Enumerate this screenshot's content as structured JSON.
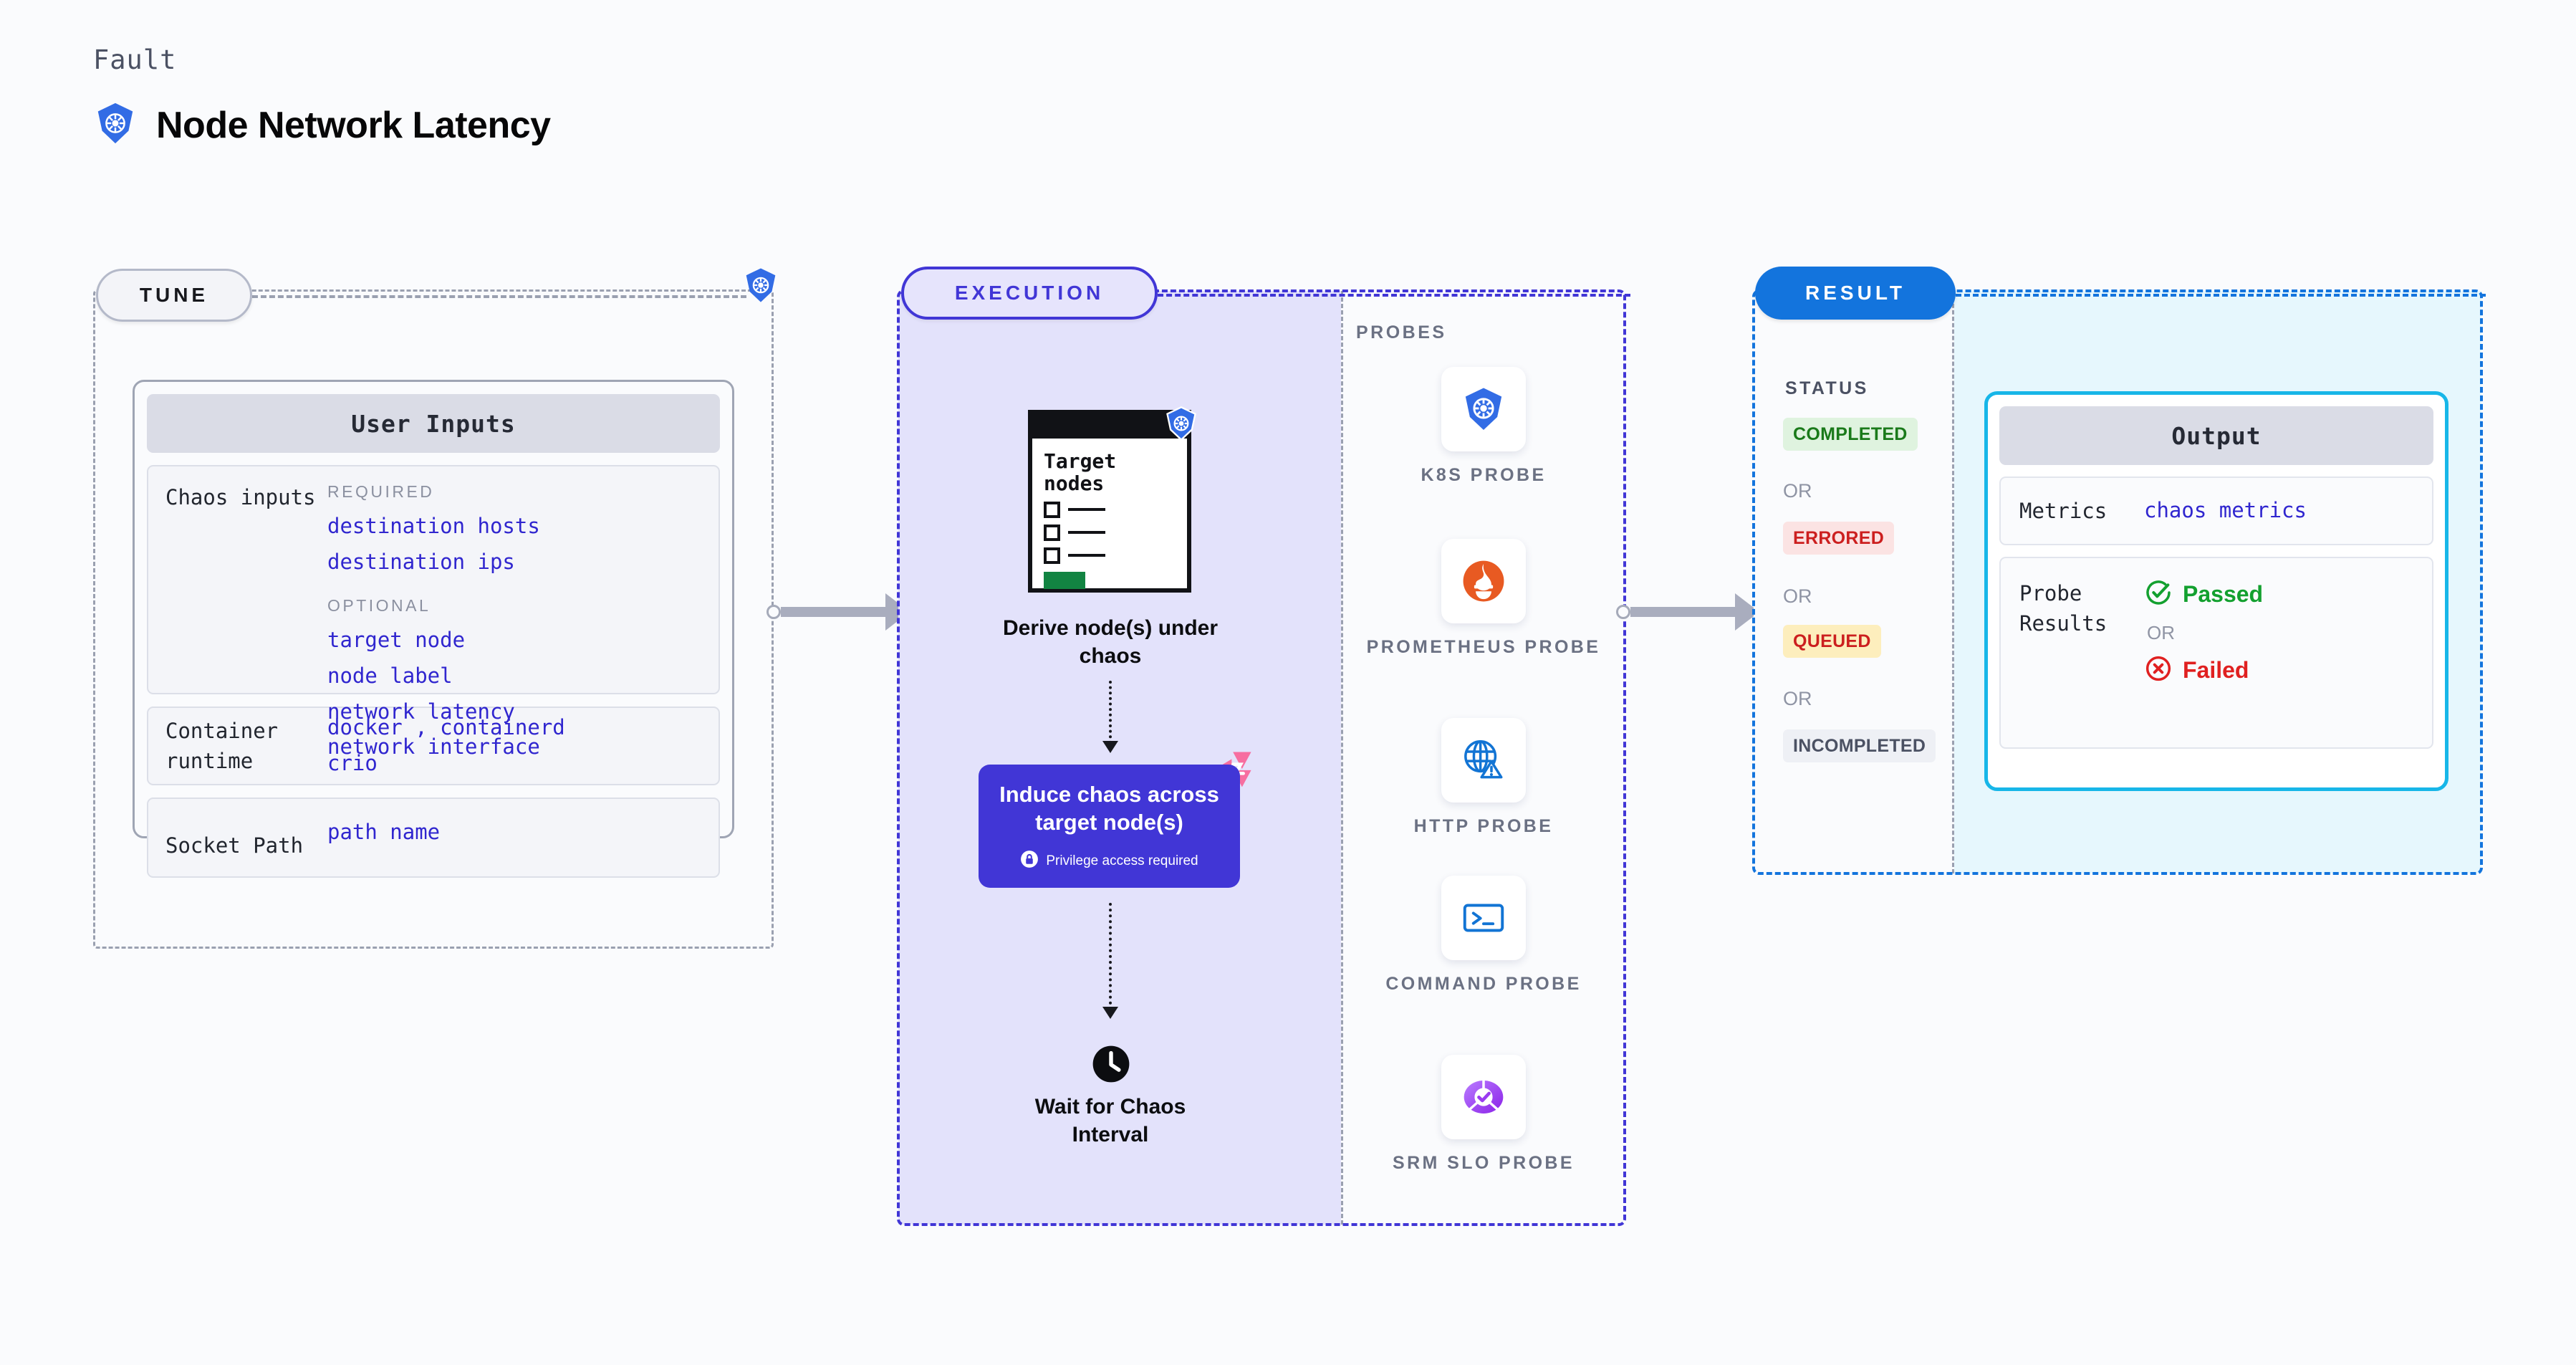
{
  "header": {
    "eyebrow": "Fault",
    "title": "Node Network Latency",
    "icon": "kubernetes-icon"
  },
  "stages": {
    "tune": {
      "badge": "TUNE",
      "platform_icon": "kubernetes-icon",
      "card": {
        "title": "User Inputs",
        "groups": [
          {
            "label": "Chaos inputs",
            "sections": [
              {
                "kicker": "REQUIRED",
                "values": [
                  "destination hosts",
                  "destination ips"
                ]
              },
              {
                "kicker": "OPTIONAL",
                "values": [
                  "target node",
                  "node label",
                  "network latency",
                  "network interface"
                ]
              }
            ]
          },
          {
            "label": "Container runtime",
            "values_line1": [
              "docker",
              ",",
              "containerd"
            ],
            "values_line2": [
              "crio"
            ]
          },
          {
            "label": "Socket Path",
            "values": [
              "path name"
            ]
          }
        ]
      }
    },
    "execution": {
      "badge": "EXECUTION",
      "flow": [
        {
          "icon": "target-nodes-window-icon",
          "window_title": "Target nodes",
          "badge_icon": "kubernetes-icon",
          "caption": "Derive node(s) under chaos"
        },
        {
          "icon": "litmus-logo-icon",
          "caption": "Induce chaos across target node(s)",
          "note": "Privilege access required",
          "note_icon": "lock-icon"
        },
        {
          "icon": "clock-icon",
          "caption": "Wait for Chaos Interval"
        }
      ],
      "probes": {
        "title": "PROBES",
        "items": [
          {
            "name": "K8S PROBE",
            "icon": "kubernetes-icon"
          },
          {
            "name": "PROMETHEUS PROBE",
            "icon": "prometheus-icon"
          },
          {
            "name": "HTTP PROBE",
            "icon": "globe-warning-icon"
          },
          {
            "name": "COMMAND PROBE",
            "icon": "terminal-icon"
          },
          {
            "name": "SRM SLO PROBE",
            "icon": "srm-slo-icon"
          }
        ]
      }
    },
    "result": {
      "badge": "RESULT",
      "status": {
        "title": "STATUS",
        "separator": "OR",
        "items": [
          {
            "label": "COMPLETED",
            "bg": "#dff3df",
            "fg": "#1a7a1a"
          },
          {
            "label": "ERRORED",
            "bg": "#fbe3e3",
            "fg": "#cc1f1f"
          },
          {
            "label": "QUEUED",
            "bg": "#fdeebd",
            "fg": "#cc1f1f"
          },
          {
            "label": "INCOMPLETED",
            "bg": "#eef0f5",
            "fg": "#4b5163"
          }
        ]
      },
      "output": {
        "title": "Output",
        "rows": [
          {
            "label": "Metrics",
            "value": "chaos metrics"
          },
          {
            "label": "Probe Results",
            "pass": "Passed",
            "separator": "OR",
            "fail": "Failed",
            "pass_icon": "check-circle-icon",
            "fail_icon": "x-circle-icon"
          }
        ]
      }
    }
  },
  "colors": {
    "accent_purple": "#4136d6",
    "accent_blue": "#1374dd",
    "k8s_blue": "#326ce5",
    "litmus_pink": "#f76ea0",
    "cyan_border": "#17b6e8",
    "value_text": "#3026cf",
    "pass_green": "#13a02f",
    "fail_red": "#e02020"
  }
}
